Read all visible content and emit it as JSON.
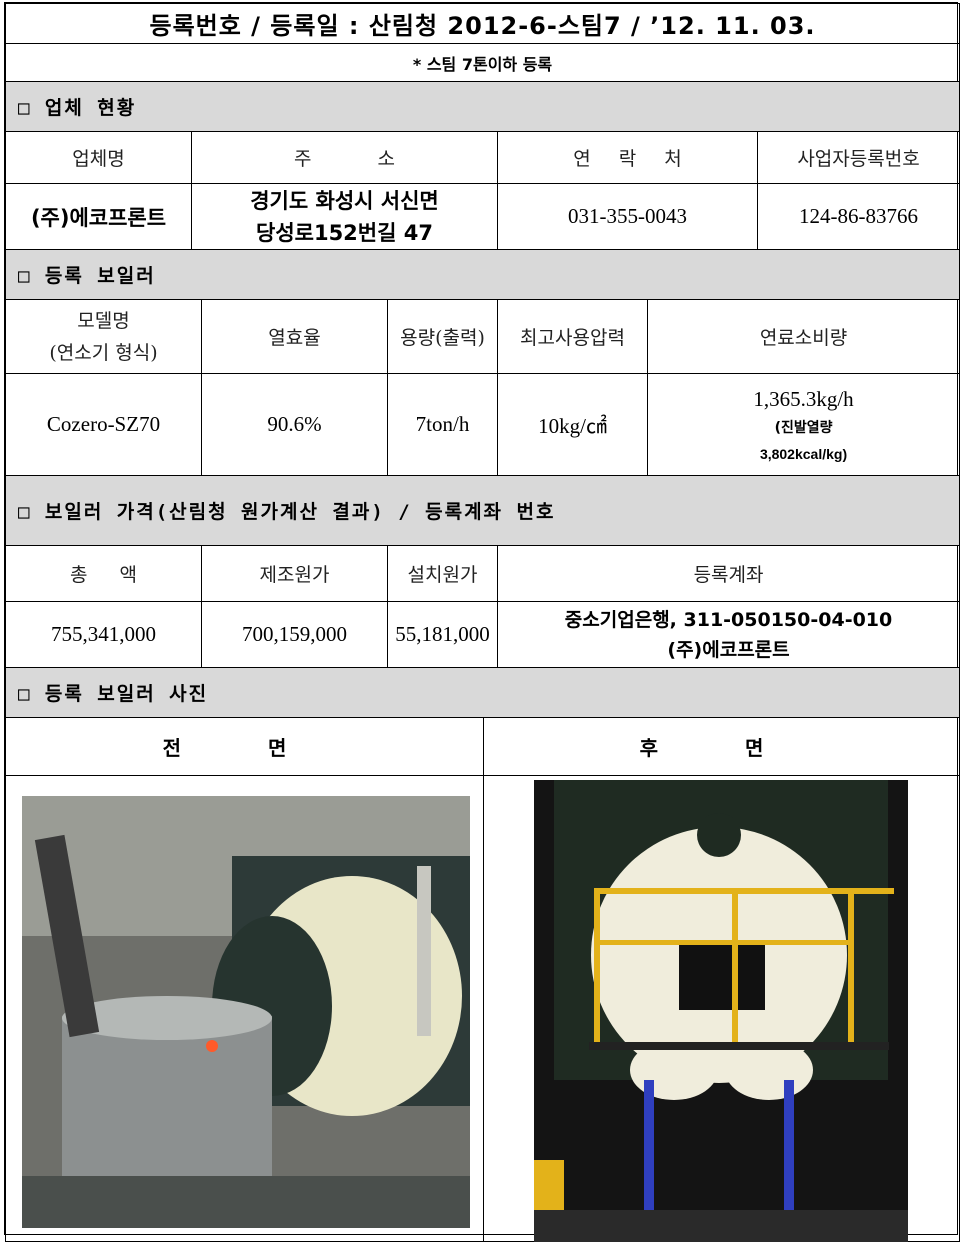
{
  "title": "등록번호 / 등록일 : 산림청 2012-6-스팀7 / ’12. 11. 03.",
  "subtitle": "* 스팀 7톤이하 등록",
  "sections": {
    "company": "□ 업체 현황",
    "boiler": "□ 등록 보일러",
    "price": "□ 보일러 가격(산림청 원가계산 결과) / 등록계좌 번호",
    "photos": "□ 등록 보일러 사진"
  },
  "company": {
    "headers": [
      "업체명",
      "주 소",
      "연 락 처",
      "사업자등록번호"
    ],
    "name": "(주)에코프론트",
    "address_line1": "경기도 화성시 서신면",
    "address_line2": "당성로152번길 47",
    "phone": "031-355-0043",
    "biz_no": "124-86-83766"
  },
  "boiler": {
    "header_model_line1": "모델명",
    "header_model_line2": "(연소기 형식)",
    "headers": [
      "열효율",
      "용량(출력)",
      "최고사용압력",
      "연료소비량"
    ],
    "model": "Cozero-SZ70",
    "efficiency": "90.6%",
    "capacity": "7ton/h",
    "pressure": "10kg/㎠",
    "fuel_line1": "1,365.3kg/h",
    "fuel_line2": "(진발열량",
    "fuel_line3": "3,802kcal/kg)"
  },
  "price": {
    "headers": [
      "총 액",
      "제조원가",
      "설치원가",
      "등록계좌"
    ],
    "total": "755,341,000",
    "manufacturing": "700,159,000",
    "installation": "55,181,000",
    "account_line1": "중소기업은행, 311-050150-04-010",
    "account_line2": "(주)에코프론트"
  },
  "photos": {
    "front_label": "전 면",
    "rear_label": "후 면"
  }
}
